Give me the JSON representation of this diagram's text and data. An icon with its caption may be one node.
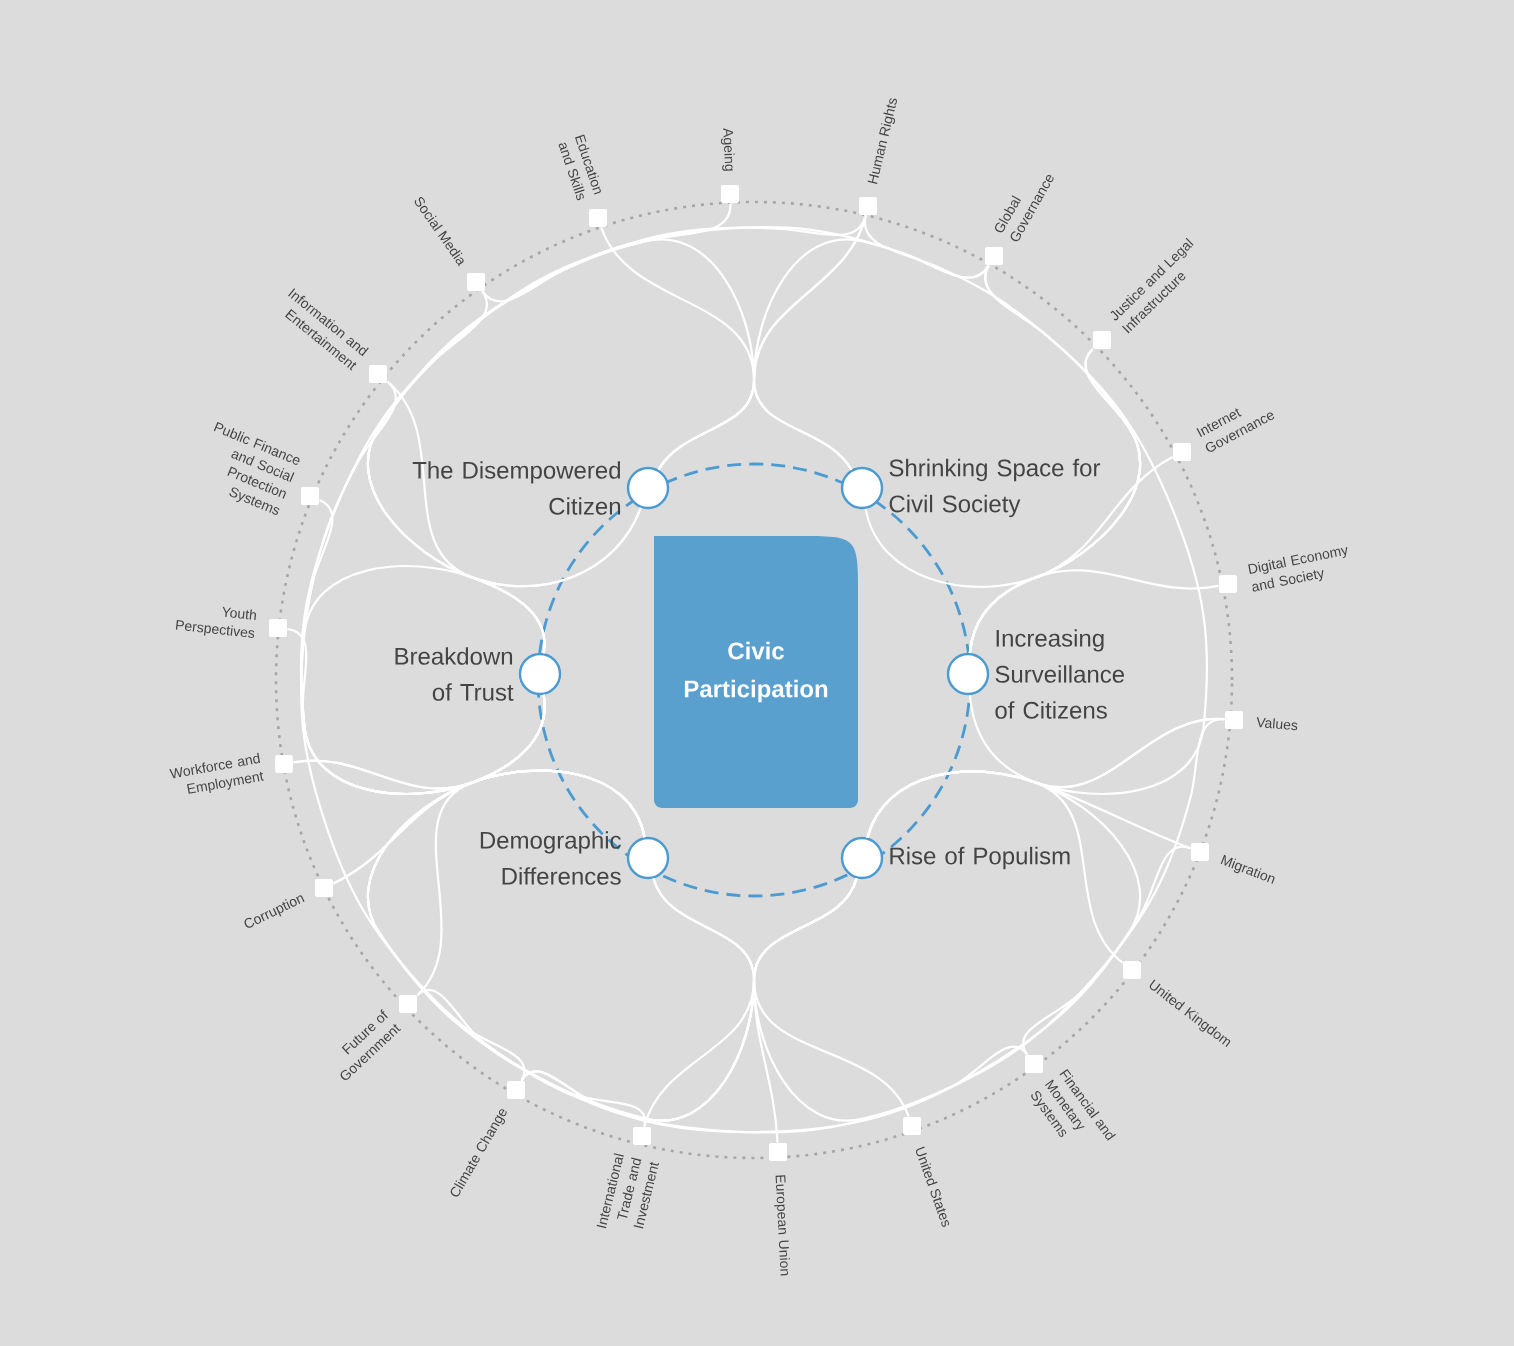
{
  "diagram": {
    "nodes": [
      {
        "text": [
          "Civic Participation"
        ]
      },
      {
        "text": [
          "The Disempowered Citizen"
        ]
      },
      {
        "text": [
          "Shrinking Space for Civil Society"
        ]
      },
      {
        "text": [
          "Increasing Surveillance of Citizens"
        ]
      },
      {
        "text": [
          "Rise of Populism"
        ]
      },
      {
        "text": [
          "Demographic Differences"
        ]
      },
      {
        "text": [
          "Breakdown of Trust"
        ]
      },
      {
        "text": [
          "Ageing"
        ]
      },
      {
        "text": [
          "Human Rights"
        ]
      },
      {
        "text": [
          "Global Governance"
        ]
      },
      {
        "text": [
          "Justice and Legal Infrastructure"
        ]
      },
      {
        "text": [
          "Internet Governance"
        ]
      },
      {
        "text": [
          "Digital Economy and Society"
        ]
      },
      {
        "text": [
          "Values"
        ]
      },
      {
        "text": [
          "Migration"
        ]
      },
      {
        "text": [
          "United Kingdom"
        ]
      },
      {
        "text": [
          "Financial and Monetary Systems"
        ]
      },
      {
        "text": [
          "United States"
        ]
      },
      {
        "text": [
          "European Union"
        ]
      },
      {
        "text": [
          "International Trade and Investment"
        ]
      },
      {
        "text": [
          "Climate Change"
        ]
      },
      {
        "text": [
          "Future of Government"
        ]
      },
      {
        "text": [
          "Corruption"
        ]
      },
      {
        "text": [
          "Workforce and Employment"
        ]
      },
      {
        "text": [
          "Youth Perspectives"
        ]
      },
      {
        "text": [
          "Public Finance and Social Protection Systems"
        ]
      },
      {
        "text": [
          "Information and Entertainment"
        ]
      },
      {
        "text": [
          "Social Media"
        ]
      },
      {
        "text": [
          "Education and Skills"
        ]
      }
    ],
    "edges": [
      {
        "from": 7,
        "to": 5,
        "arrow": "none"
      },
      {
        "from": 8,
        "to": 1,
        "arrow": "none"
      },
      {
        "from": 8,
        "to": 2,
        "arrow": "none"
      },
      {
        "from": 8,
        "to": 3,
        "arrow": "none"
      },
      {
        "from": 8,
        "to": 6,
        "arrow": "none"
      },
      {
        "from": 9,
        "to": 2,
        "arrow": "none"
      },
      {
        "from": 9,
        "to": 3,
        "arrow": "none"
      },
      {
        "from": 9,
        "to": 6,
        "arrow": "none"
      },
      {
        "from": 9,
        "to": 4,
        "arrow": "none"
      },
      {
        "from": 10,
        "to": 2,
        "arrow": "none"
      },
      {
        "from": 10,
        "to": 3,
        "arrow": "none"
      },
      {
        "from": 11,
        "to": 3,
        "arrow": "none"
      },
      {
        "from": 12,
        "to": 3,
        "arrow": "none"
      },
      {
        "from": 13,
        "to": 3,
        "arrow": "none"
      },
      {
        "from": 13,
        "to": 4,
        "arrow": "none"
      },
      {
        "from": 13,
        "to": 6,
        "arrow": "none"
      },
      {
        "from": 14,
        "to": 4,
        "arrow": "none"
      },
      {
        "from": 14,
        "to": 6,
        "arrow": "none"
      },
      {
        "from": 15,
        "to": 4,
        "arrow": "none"
      },
      {
        "from": 16,
        "to": 4,
        "arrow": "none"
      },
      {
        "from": 16,
        "to": 5,
        "arrow": "none"
      },
      {
        "from": 17,
        "to": 4,
        "arrow": "none"
      },
      {
        "from": 18,
        "to": 4,
        "arrow": "none"
      },
      {
        "from": 19,
        "to": 4,
        "arrow": "none"
      },
      {
        "from": 19,
        "to": 1,
        "arrow": "none"
      },
      {
        "from": 20,
        "to": 4,
        "arrow": "none"
      },
      {
        "from": 20,
        "to": 5,
        "arrow": "none"
      },
      {
        "from": 20,
        "to": 6,
        "arrow": "none"
      },
      {
        "from": 21,
        "to": 4,
        "arrow": "none"
      },
      {
        "from": 21,
        "to": 6,
        "arrow": "none"
      },
      {
        "from": 22,
        "to": 6,
        "arrow": "none"
      },
      {
        "from": 22,
        "to": 5,
        "arrow": "none"
      },
      {
        "from": 23,
        "to": 6,
        "arrow": "none"
      },
      {
        "from": 23,
        "to": 5,
        "arrow": "none"
      },
      {
        "from": 24,
        "to": 5,
        "arrow": "none"
      },
      {
        "from": 25,
        "to": 5,
        "arrow": "none"
      },
      {
        "from": 26,
        "to": 1,
        "arrow": "none"
      },
      {
        "from": 26,
        "to": 5,
        "arrow": "none"
      },
      {
        "from": 27,
        "to": 1,
        "arrow": "none"
      },
      {
        "from": 27,
        "to": 6,
        "arrow": "none"
      },
      {
        "from": 28,
        "to": 1,
        "arrow": "none"
      }
    ]
  }
}
